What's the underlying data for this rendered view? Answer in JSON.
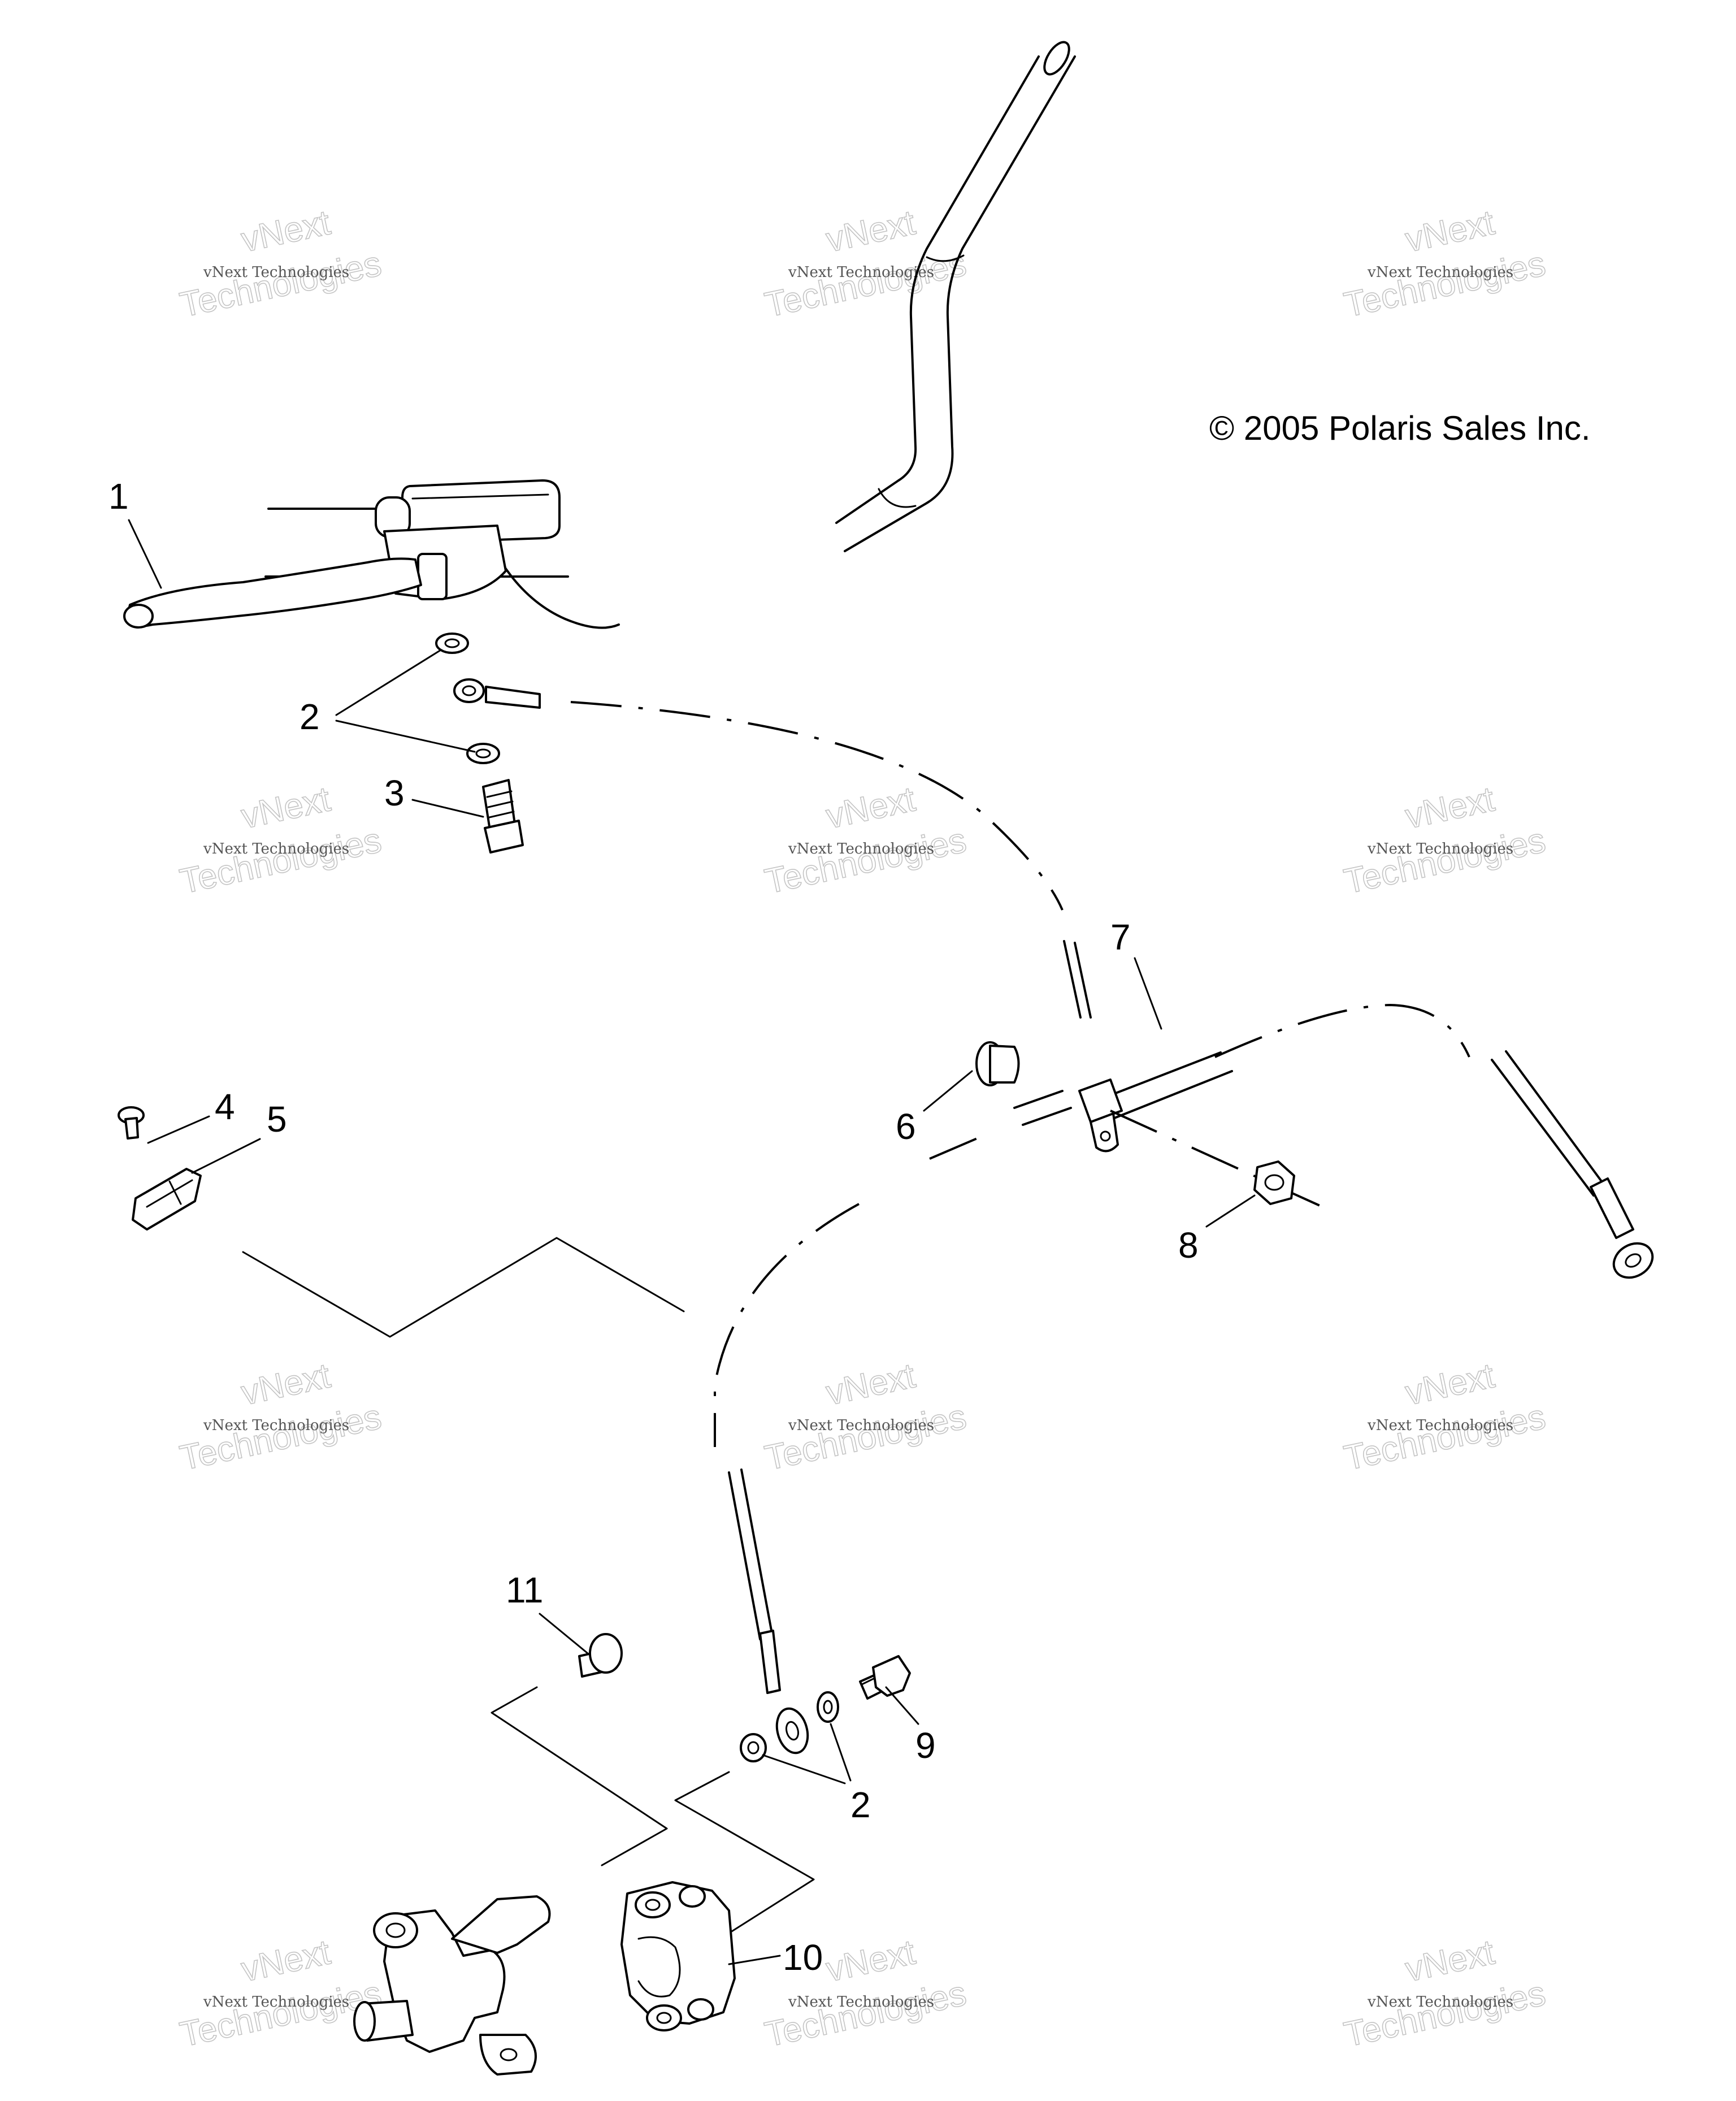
{
  "copyright": "© 2005 Polaris Sales Inc.",
  "watermark": {
    "line1": "vNext Technologies",
    "line2": "vNext",
    "line3": "Technologies"
  },
  "callouts": [
    "1",
    "2",
    "3",
    "4",
    "5",
    "6",
    "7",
    "8",
    "9",
    "10",
    "11"
  ],
  "colors": {
    "line": "#000000",
    "watermark": "#c4c4c4",
    "background": "#ffffff"
  }
}
